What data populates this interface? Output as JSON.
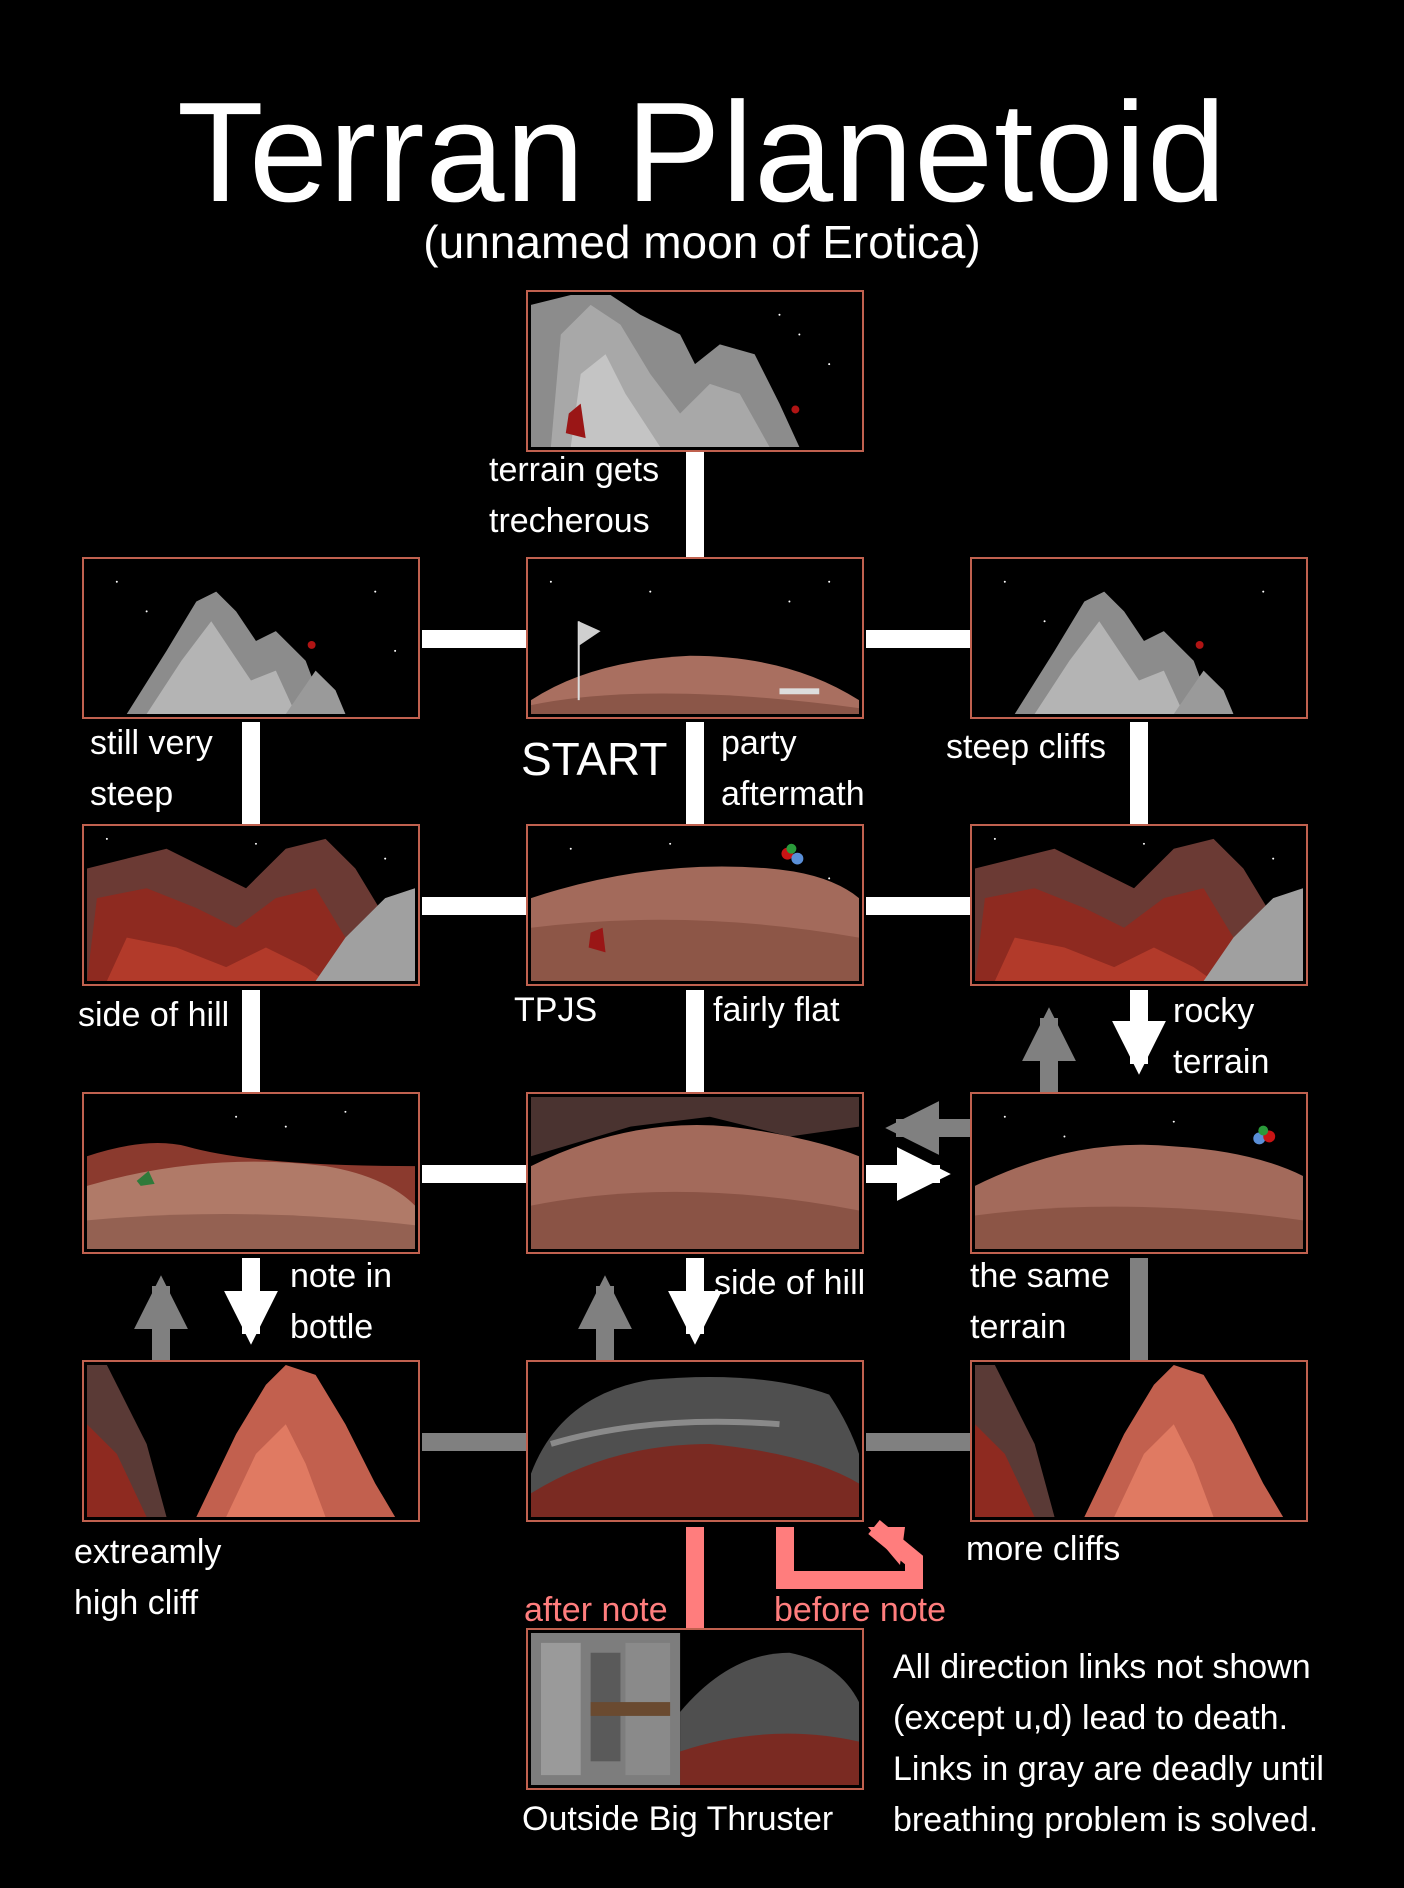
{
  "title": "Terran Planetoid",
  "subtitle": "(unnamed moon of Erotica)",
  "colors": {
    "background": "#000000",
    "text": "#ffffff",
    "safe_link": "#ffffff",
    "deadly_link": "#808080",
    "note_link": "#ff7d7d",
    "frame": "#c0614f"
  },
  "labels": {
    "treacherous": "terrain gets\ntrecherous",
    "still_steep": "still very\nsteep",
    "start": "START",
    "party": "party\naftermath",
    "steep_cliffs": "steep cliffs",
    "side_hill_left": "side of hill",
    "tpjs": "TPJS",
    "fairly_flat": "fairly flat",
    "rocky": "rocky\nterrain",
    "note_bottle": "note in\nbottle",
    "side_hill_center": "side of hill",
    "same_terrain": "the same\nterrain",
    "high_cliff": "extreamly\nhigh cliff",
    "more_cliffs": "more cliffs",
    "after_note": "after note",
    "before_note": "before note",
    "thruster": "Outside Big Thruster"
  },
  "scenes": [
    {
      "id": "top",
      "type": "gray-peak"
    },
    {
      "id": "r1c1",
      "type": "gray-peak"
    },
    {
      "id": "r1c2",
      "type": "flag-hill"
    },
    {
      "id": "r1c3",
      "type": "gray-peak"
    },
    {
      "id": "r2c1",
      "type": "red-rocks"
    },
    {
      "id": "r2c2",
      "type": "balloon-hill"
    },
    {
      "id": "r2c3",
      "type": "red-rocks"
    },
    {
      "id": "r3c1",
      "type": "bottle-hill"
    },
    {
      "id": "r3c2",
      "type": "rocky-hill"
    },
    {
      "id": "r3c3",
      "type": "balloon-hill-2"
    },
    {
      "id": "r4c1",
      "type": "red-cliff"
    },
    {
      "id": "r4c2",
      "type": "dark-mound"
    },
    {
      "id": "r4c3",
      "type": "red-cliff"
    },
    {
      "id": "thruster",
      "type": "thruster"
    }
  ],
  "legend": "All direction links not shown\n(except u,d) lead to death.\nLinks in gray are deadly until\nbreathing problem is solved."
}
